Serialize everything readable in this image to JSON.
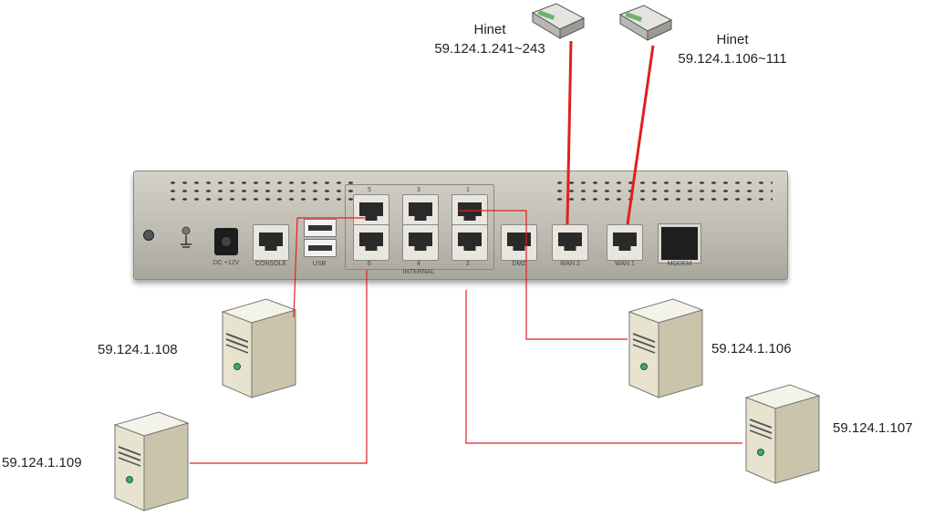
{
  "isp_links": [
    {
      "name": "Hinet",
      "ip": "59.124.1.241~243"
    },
    {
      "name": "Hinet",
      "ip": "59.124.1.106~111"
    }
  ],
  "servers": [
    {
      "ip": "59.124.1.108"
    },
    {
      "ip": "59.124.1.109"
    },
    {
      "ip": "59.124.1.106"
    },
    {
      "ip": "59.124.1.107"
    }
  ],
  "device": {
    "ports": {
      "dc": "DC +12V",
      "console": "CONSOLE",
      "usb": "USB",
      "internal_5": "5",
      "internal_3": "3",
      "internal_1": "1",
      "internal_6": "6",
      "internal_4": "4",
      "internal_2": "2",
      "internal_group": "INTERNAL",
      "dmz": "DMZ",
      "wan2": "WAN 2",
      "wan1": "WAN 1",
      "modem": "MODEM"
    }
  },
  "colors": {
    "link": "#e02020",
    "chassis": "#c4c2b8"
  }
}
